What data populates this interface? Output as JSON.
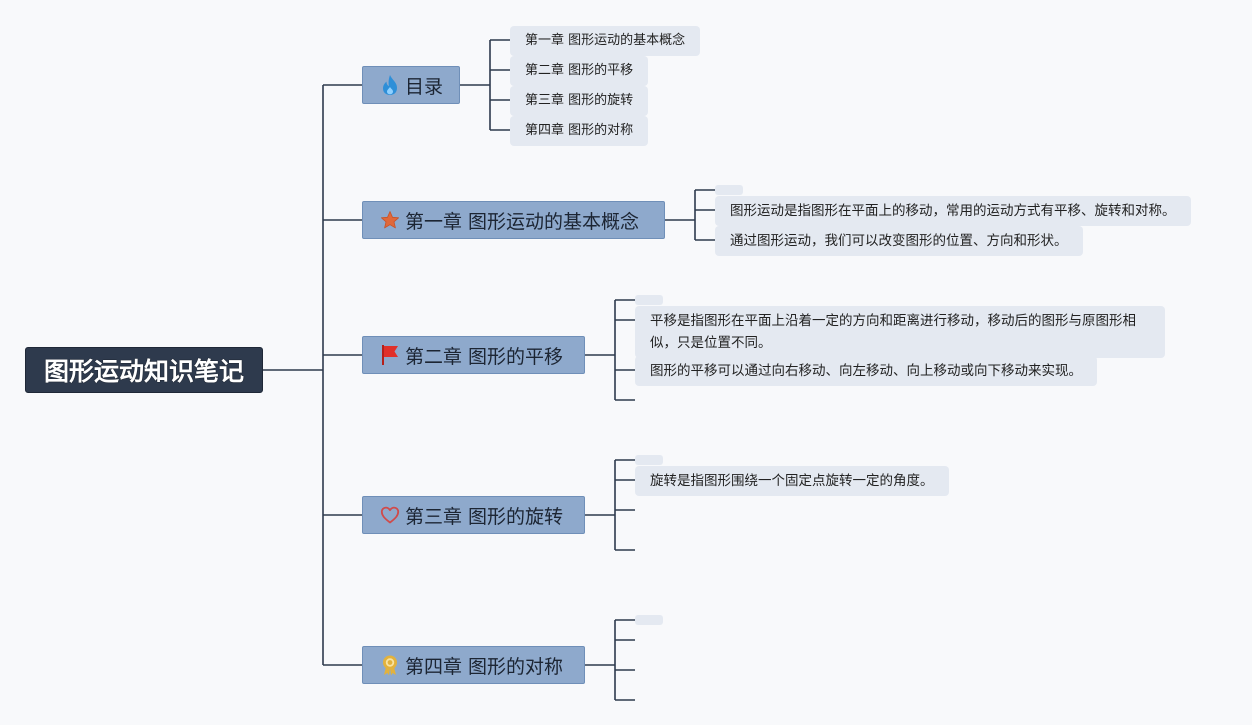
{
  "root": {
    "title": "图形运动知识笔记"
  },
  "branches": [
    {
      "title": "目录",
      "icon": "flame-icon",
      "children": [
        "第一章 图形运动的基本概念",
        "第二章 图形的平移",
        "第三章 图形的旋转",
        "第四章 图形的对称"
      ]
    },
    {
      "title": "第一章 图形运动的基本概念",
      "icon": "star-icon",
      "children": [
        "",
        "图形运动是指图形在平面上的移动，常用的运动方式有平移、旋转和对称。",
        "通过图形运动，我们可以改变图形的位置、方向和形状。"
      ]
    },
    {
      "title": "第二章 图形的平移",
      "icon": "flag-icon",
      "children": [
        "",
        "平移是指图形在平面上沿着一定的方向和距离进行移动，移动后的图形与原图形相似，只是位置不同。",
        "图形的平移可以通过向右移动、向左移动、向上移动或向下移动来实现。",
        ""
      ]
    },
    {
      "title": "第三章 图形的旋转",
      "icon": "heart-icon",
      "children": [
        "",
        "旋转是指图形围绕一个固定点旋转一定的角度。",
        "",
        ""
      ]
    },
    {
      "title": "第四章 图形的对称",
      "icon": "award-icon",
      "children": [
        "",
        "",
        "",
        ""
      ]
    }
  ],
  "colors": {
    "background": "#f8f9fb",
    "root_fill": "#2e3a4d",
    "branch_fill": "#8ea9cc",
    "leaf_fill": "#e4e9f1",
    "connector": "#2e3a4d",
    "flame": "#2e8fd8",
    "star": "#e0683a",
    "flag": "#e0302a",
    "heart": "#d04a4a",
    "award": "#e3b23c"
  }
}
